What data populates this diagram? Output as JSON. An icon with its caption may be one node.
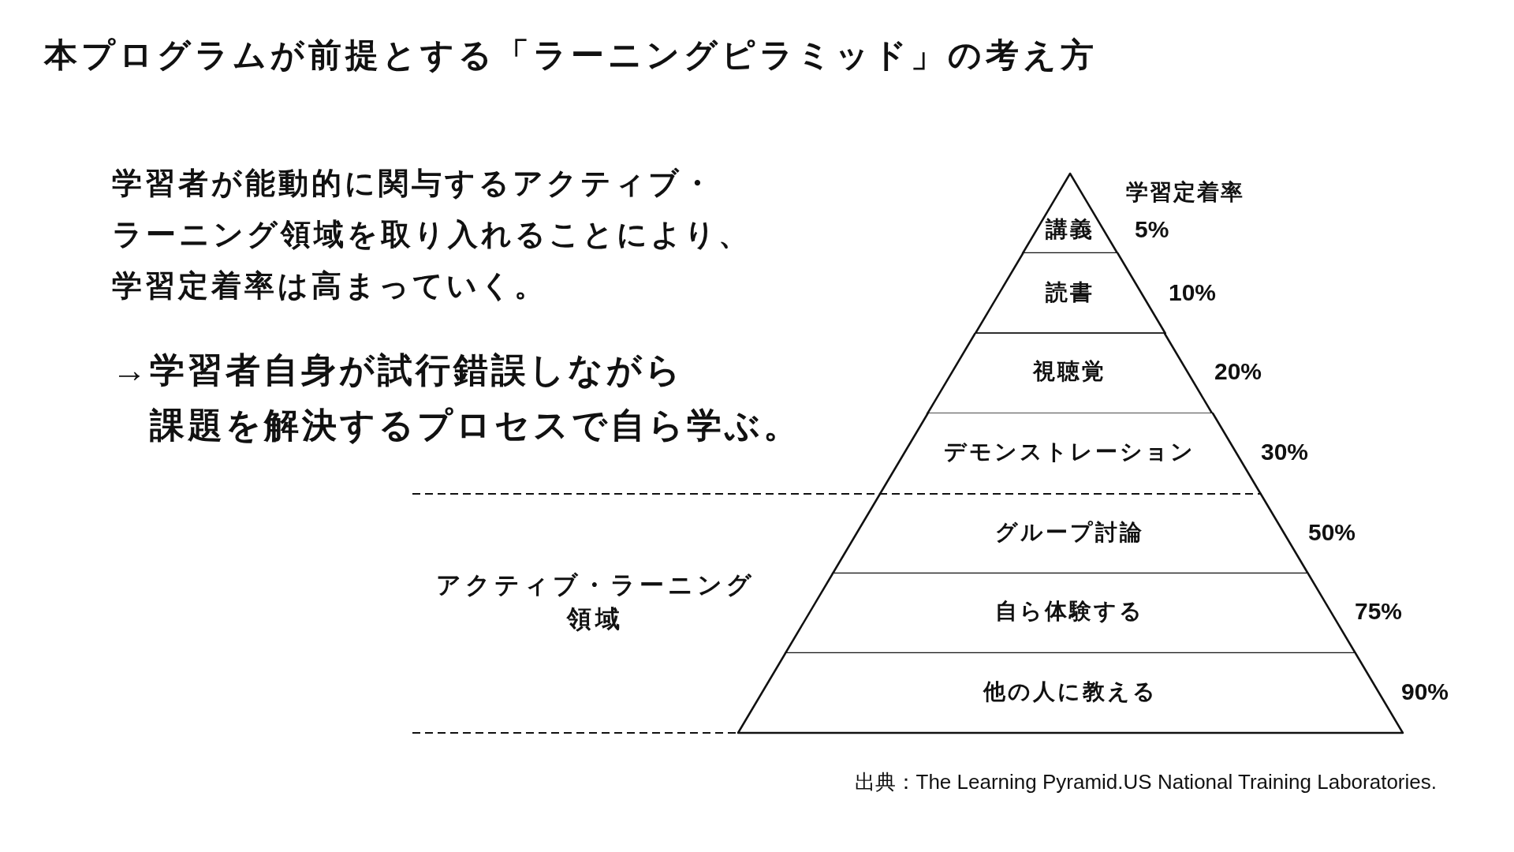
{
  "diagram": {
    "title": "本プログラムが前提とする「ラーニングピラミッド」の考え方",
    "caption": "出典：The Learning Pyramid.US National Training Laboratories.",
    "nodes": [
      {
        "text": [
          "講義"
        ],
        "beside": [
          "5%"
        ]
      },
      {
        "text": [
          "読書"
        ],
        "beside": [
          "10%"
        ]
      },
      {
        "text": [
          "視聴覚"
        ],
        "beside": [
          "20%"
        ]
      },
      {
        "text": [
          "デモンストレーション"
        ],
        "beside": [
          "30%"
        ]
      },
      {
        "text": [
          "グループ討論"
        ],
        "beside": [
          "50%"
        ]
      },
      {
        "text": [
          "自ら体験する"
        ],
        "beside": [
          "75%"
        ]
      },
      {
        "text": [
          "他の人に教える"
        ],
        "beside": [
          "90%"
        ]
      }
    ],
    "labels": [
      "学習者が能動的に関与するアクティブ・ラーニング領域を取り入れることにより、学習定着率は高まっていく。",
      "→学習者自身が試行錯誤しながら課題を解決するプロセスで自ら学ぶ。",
      "学習定着率",
      "アクティブ・ラーニング領域"
    ]
  }
}
